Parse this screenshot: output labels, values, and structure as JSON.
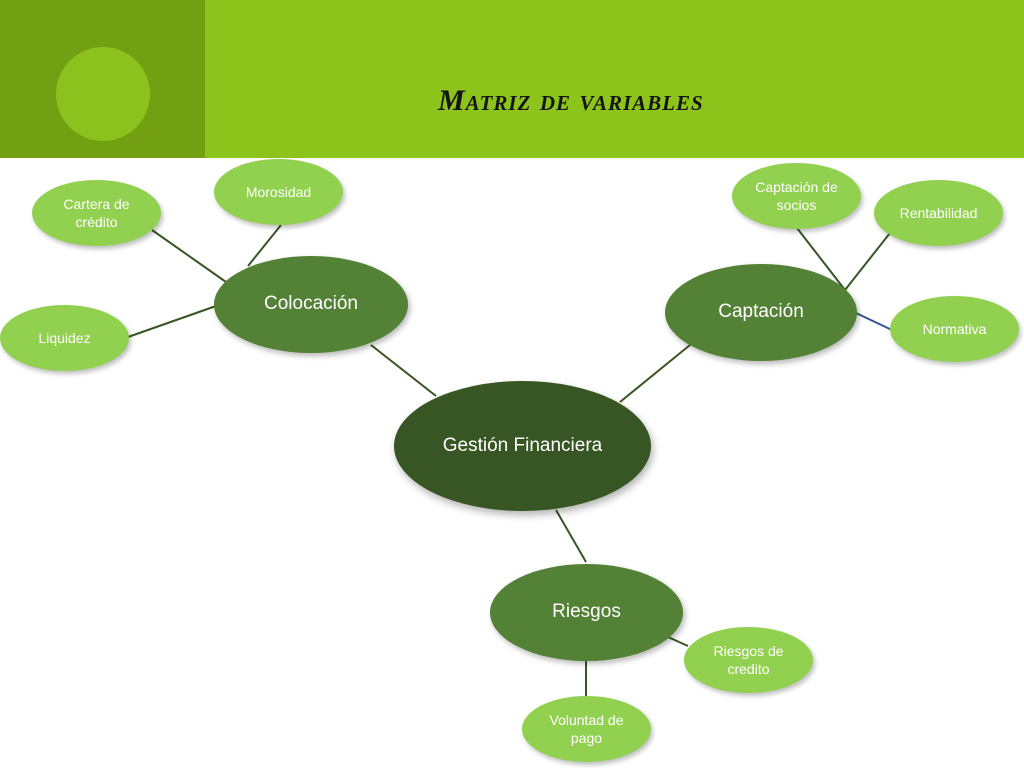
{
  "slide": {
    "title": "Matriz de variables"
  },
  "colors": {
    "header_band": "#8dc41b",
    "header_square": "#73a012",
    "center_node": "#375623",
    "branch_node": "#538135",
    "leaf_node": "#92d050",
    "connector": "#375623",
    "connector_normativa": "#2e5597"
  },
  "diagram": {
    "center": "Gestión Financiera",
    "branches": [
      {
        "label": "Colocación",
        "leaves": [
          "Cartera de crédito",
          "Morosidad",
          "Liquidez"
        ]
      },
      {
        "label": "Captación",
        "leaves": [
          "Captación de socios",
          "Rentabilidad",
          "Normativa"
        ]
      },
      {
        "label": "Riesgos",
        "leaves": [
          "Riesgos de credito",
          "Voluntad de pago"
        ]
      }
    ]
  }
}
